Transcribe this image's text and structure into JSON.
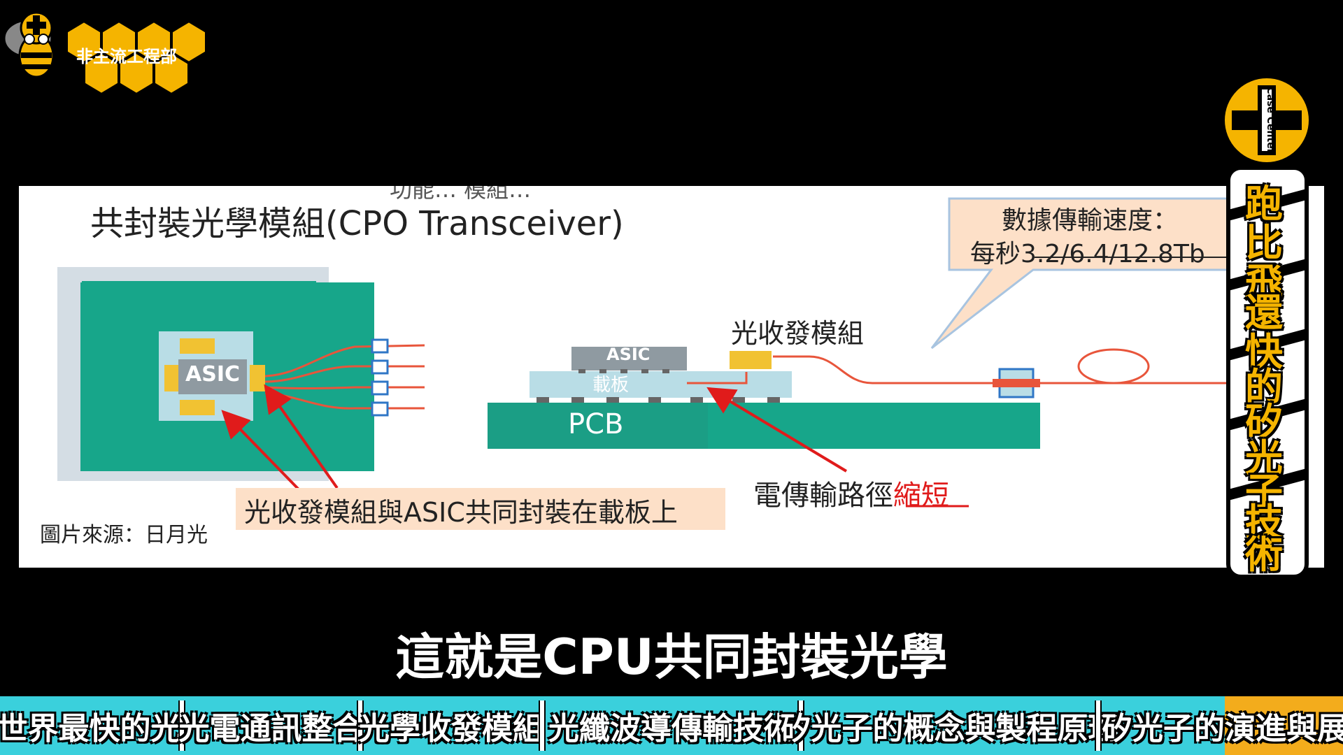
{
  "channel": {
    "name": "非主流工程部"
  },
  "slide": {
    "header_fragment": "功能… 模組…",
    "title": "共封裝光學模組(CPO Transceiver)",
    "asic_label_left": "ASIC",
    "asic_label_right": "ASIC",
    "substrate_label": "載板",
    "pcb_label": "PCB",
    "module_label": "光收發模組",
    "speed_line1": "數據傳輸速度：",
    "speed_line2_prefix": "每秒",
    "speed_line2_value": "3.2/6.4/12.8Tb",
    "caption_left": "光收發模組與ASIC共同封裝在載板上",
    "caption_right_prefix": "電傳輸路徑",
    "caption_right_highlight": "縮短",
    "source": "圖片來源：日月光"
  },
  "badge": {
    "brand": "Case Center",
    "vertical_title": [
      "跑",
      "比",
      "飛",
      "還",
      "快",
      "的",
      "矽",
      "光",
      "子",
      "技",
      "術"
    ]
  },
  "subtitle": "這就是CPU共同封裝光學",
  "chapters": [
    {
      "label": "世界最快的光"
    },
    {
      "label": "光電通訊整合"
    },
    {
      "label": "光學收發模組"
    },
    {
      "label": "光纖波導傳輸技術"
    },
    {
      "label": "矽光子的概念與製程原理"
    },
    {
      "label": "矽光子的演進與展望",
      "highlight_part": "演進與展望",
      "plain_part": "矽光子的"
    }
  ],
  "colors": {
    "accent_yellow": "#f5b400",
    "chapter_bar": "#3ad0dc",
    "pcb_green": "#17a68a",
    "arrow_red": "#e01b1b",
    "caption_bg": "#fde0c8"
  }
}
